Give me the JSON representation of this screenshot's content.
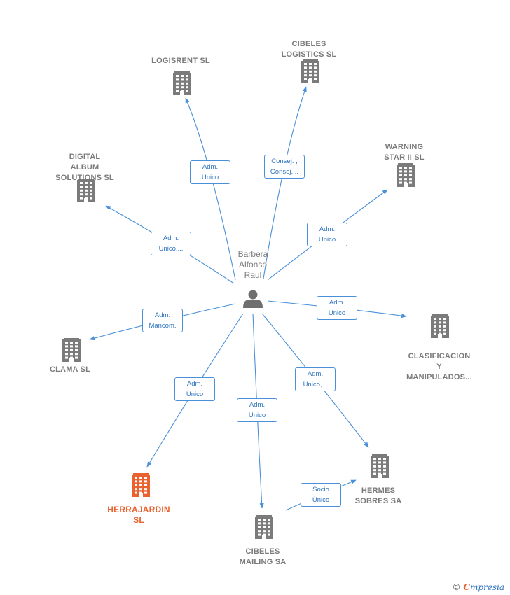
{
  "center": {
    "name": "Barbera\nAlfonso\nRaul",
    "icon": "person-icon"
  },
  "companies": [
    {
      "id": "logisrent",
      "name": "LOGISRENT  SL",
      "icon": "building-icon",
      "highlight": false
    },
    {
      "id": "cibeles-logistics",
      "name": "CIBELES\nLOGISTICS SL",
      "icon": "building-icon",
      "highlight": false
    },
    {
      "id": "warning-star",
      "name": "WARNING\nSTAR II  SL",
      "icon": "building-icon",
      "highlight": false
    },
    {
      "id": "digital-album",
      "name": "DIGITAL\nALBUM\nSOLUTIONS  SL",
      "icon": "building-icon",
      "highlight": false
    },
    {
      "id": "clasificacion",
      "name": "CLASIFICACION\nY\nMANIPULADOS...",
      "icon": "building-icon",
      "highlight": false
    },
    {
      "id": "clama",
      "name": "CLAMA SL",
      "icon": "building-icon",
      "highlight": false
    },
    {
      "id": "herrajardin",
      "name": "HERRAJARDIN\nSL",
      "icon": "building-icon",
      "highlight": true
    },
    {
      "id": "cibeles-mailing",
      "name": "CIBELES\nMAILING SA",
      "icon": "building-icon",
      "highlight": false
    },
    {
      "id": "hermes",
      "name": "HERMES\nSOBRES SA",
      "icon": "building-icon",
      "highlight": false
    }
  ],
  "edges": [
    {
      "from": "center",
      "to": "logisrent",
      "label": "Adm.\nUnico"
    },
    {
      "from": "center",
      "to": "cibeles-logistics",
      "label": "Consej. ,\nConsej...."
    },
    {
      "from": "center",
      "to": "warning-star",
      "label": "Adm.\nUnico"
    },
    {
      "from": "center",
      "to": "digital-album",
      "label": "Adm.\nUnico,..."
    },
    {
      "from": "center",
      "to": "clasificacion",
      "label": "Adm.\nUnico"
    },
    {
      "from": "center",
      "to": "clama",
      "label": "Adm.\nMancom."
    },
    {
      "from": "center",
      "to": "herrajardin",
      "label": "Adm.\nUnico"
    },
    {
      "from": "center",
      "to": "cibeles-mailing",
      "label": "Adm.\nUnico"
    },
    {
      "from": "center",
      "to": "hermes",
      "label": "Adm.\nUnico,..."
    },
    {
      "from": "cibeles-mailing",
      "to": "hermes",
      "label": "Socio\nÚnico"
    }
  ],
  "colors": {
    "edge": "#4a90d9",
    "building": "#7b7b7b",
    "building_highlight": "#e9622f",
    "person": "#6f6f6f"
  },
  "brand": {
    "copyright": "©",
    "initial": "C",
    "name": "mpresia"
  }
}
